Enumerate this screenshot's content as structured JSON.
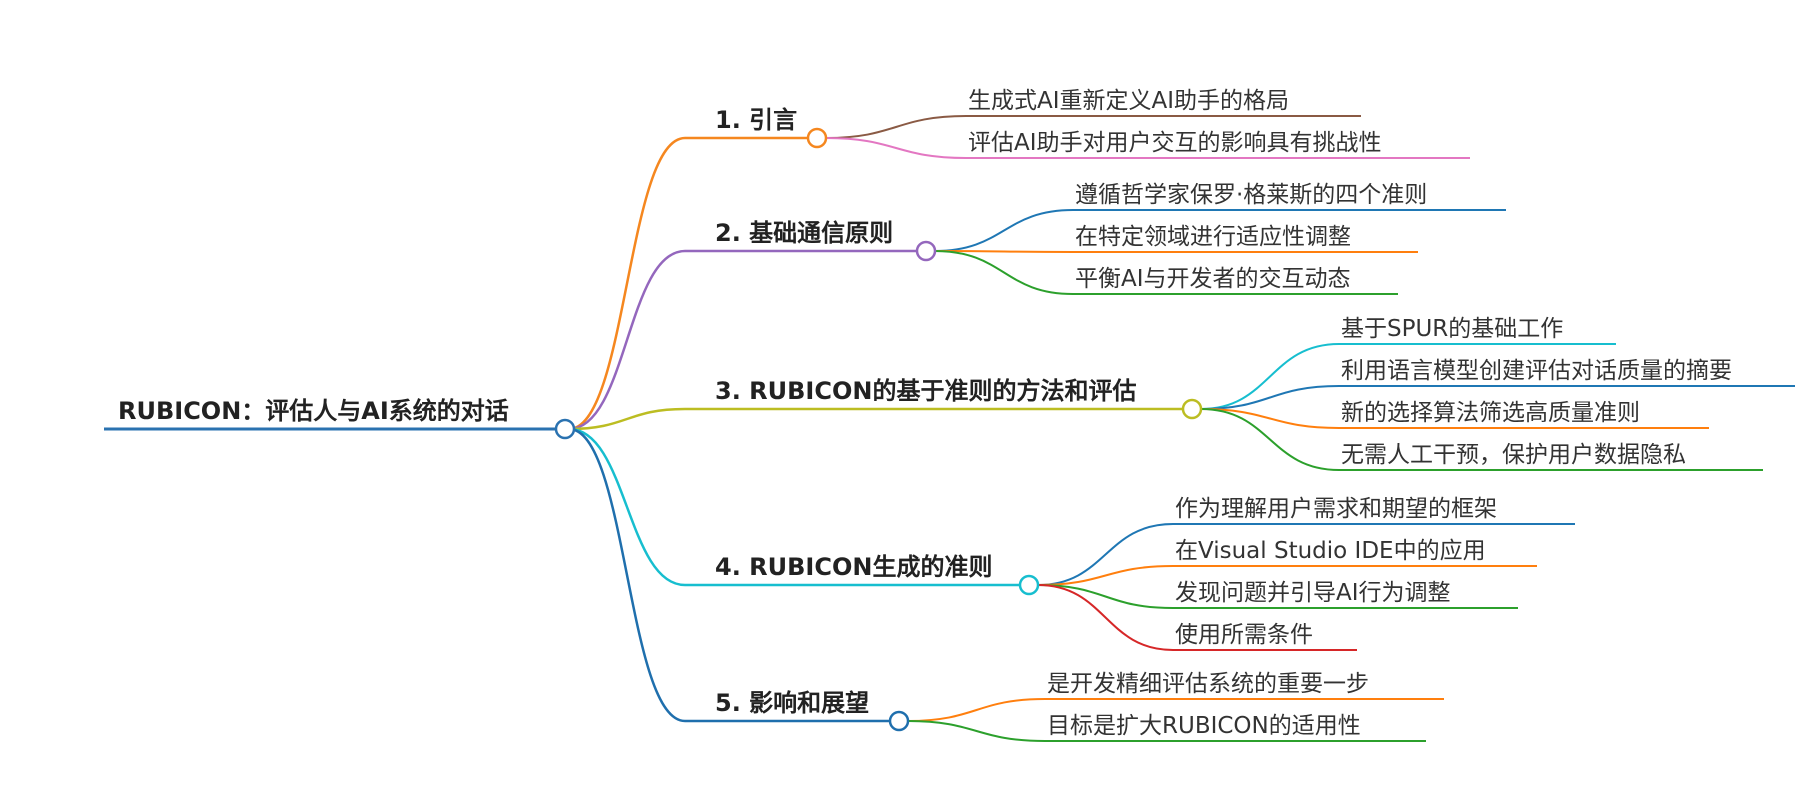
{
  "root": {
    "label": "RUBICON：评估人与AI系统的对话",
    "color": "#2a72b0"
  },
  "branches": [
    {
      "label": "1. 引言",
      "color": "#f5871f",
      "children": [
        {
          "label": "生成式AI重新定义AI助手的格局",
          "color": "#8a5a44"
        },
        {
          "label": "评估AI助手对用户交互的影响具有挑战性",
          "color": "#e377c2"
        }
      ]
    },
    {
      "label": "2. 基础通信原则",
      "color": "#9467bd",
      "children": [
        {
          "label": "遵循哲学家保罗·格莱斯的四个准则",
          "color": "#1f77b4"
        },
        {
          "label": "在特定领域进行适应性调整",
          "color": "#ff7f0e"
        },
        {
          "label": "平衡AI与开发者的交互动态",
          "color": "#2ca02c"
        }
      ]
    },
    {
      "label": "3. RUBICON的基于准则的方法和评估",
      "color": "#bcbd22",
      "children": [
        {
          "label": "基于SPUR的基础工作",
          "color": "#17becf"
        },
        {
          "label": "利用语言模型创建评估对话质量的摘要",
          "color": "#1f77b4"
        },
        {
          "label": "新的选择算法筛选高质量准则",
          "color": "#ff7f0e"
        },
        {
          "label": "无需人工干预，保护用户数据隐私",
          "color": "#2ca02c"
        }
      ]
    },
    {
      "label": "4. RUBICON生成的准则",
      "color": "#17becf",
      "children": [
        {
          "label": "作为理解用户需求和期望的框架",
          "color": "#1f77b4"
        },
        {
          "label": "在Visual Studio IDE中的应用",
          "color": "#ff7f0e"
        },
        {
          "label": "发现问题并引导AI行为调整",
          "color": "#2ca02c"
        },
        {
          "label": "使用所需条件",
          "color": "#d62728"
        }
      ]
    },
    {
      "label": "5. 影响和展望",
      "color": "#1f6fad",
      "children": [
        {
          "label": "是开发精细评估系统的重要一步",
          "color": "#ff7f0e"
        },
        {
          "label": "目标是扩大RUBICON的适用性",
          "color": "#2ca02c"
        }
      ]
    }
  ]
}
